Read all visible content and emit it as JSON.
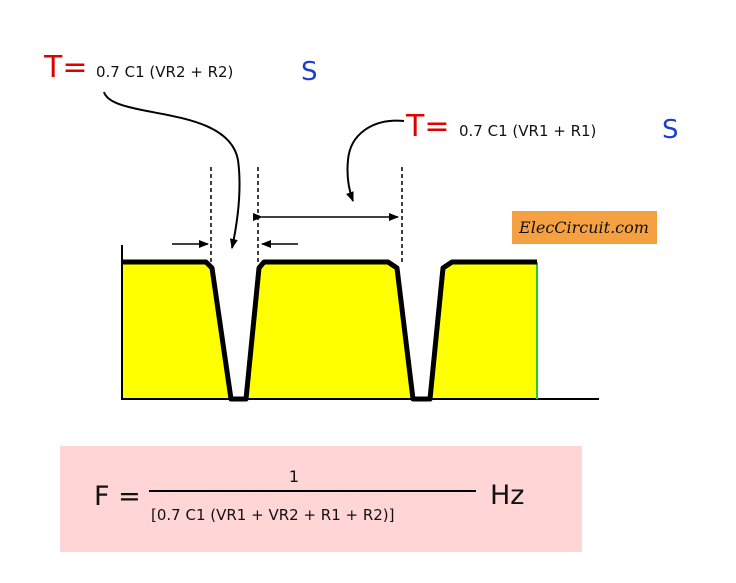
{
  "period_low": {
    "symbol": "T=",
    "expression": "0.7 C1 (VR2 + R2)",
    "unit": "S"
  },
  "period_high": {
    "symbol": "T=",
    "expression": "0.7 C1 (VR1 + R1)",
    "unit": "S"
  },
  "brand": "ElecCircuit.com",
  "frequency_formula": {
    "lhs": "F =",
    "numerator": "1",
    "denominator": "[0.7 C1 (VR1 + VR2 + R1 + R2)]",
    "unit": "Hz"
  },
  "colors": {
    "pulse_fill": "#ffff00",
    "formula_background": "#ffd5d5",
    "brand_background": "#f5a142",
    "t_symbol": "#e00000",
    "s_unit": "#1a3fd0",
    "right_edge": "#22cc22"
  }
}
